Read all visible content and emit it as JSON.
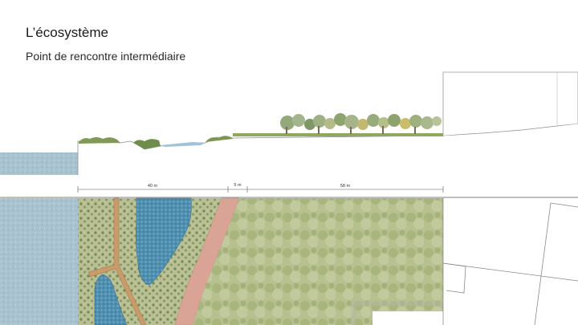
{
  "header": {
    "title": "L’écosystème",
    "subtitle": "Point de rencontre intermédiaire"
  },
  "dimensions": {
    "segment_1": "40 m",
    "segment_2": "5 m",
    "segment_3": "58 m"
  },
  "colors": {
    "water": "#a9c2cf",
    "river_channel": "#4f8fb0",
    "meadow": "#a9b87e",
    "forest": "#b7c190",
    "path": "#d9a496",
    "boardwalk": "#c99a6a",
    "building_line": "#9a9a9a"
  }
}
